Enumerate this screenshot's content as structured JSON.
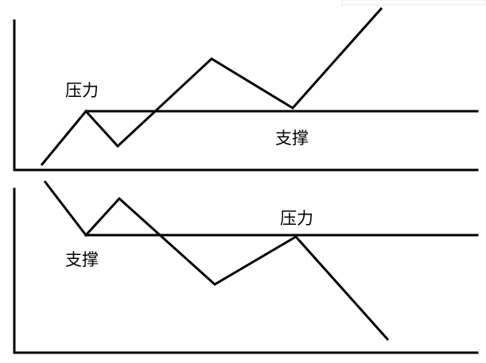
{
  "panels": [
    {
      "id": "top",
      "labels": {
        "resistance": "压力",
        "support": "支撑"
      }
    },
    {
      "id": "bottom",
      "labels": {
        "resistance": "压力",
        "support": "支撑"
      }
    }
  ]
}
